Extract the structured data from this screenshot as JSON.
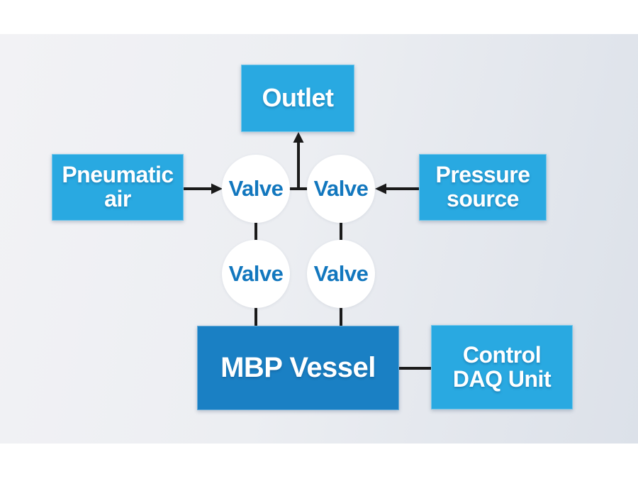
{
  "theme": {
    "page_bg": "#ffffff",
    "panel_from": "#f2f2f5",
    "panel_to": "#dce1e9",
    "box_light": "#29a9e1",
    "box_dark": "#1a80c4",
    "valve_text": "#1277be",
    "connector": "#1a1a1a",
    "label_text": "#ffffff"
  },
  "nodes": {
    "outlet": {
      "label": "Outlet"
    },
    "pneumatic_air": {
      "label": "Pneumatic\nair"
    },
    "pressure_source": {
      "label": "Pressure\nsource"
    },
    "valve_top_left": {
      "label": "Valve"
    },
    "valve_top_right": {
      "label": "Valve"
    },
    "valve_bottom_left": {
      "label": "Valve"
    },
    "valve_bottom_right": {
      "label": "Valve"
    },
    "mbp_vessel": {
      "label": "MBP Vessel"
    },
    "control_daq_unit": {
      "label": "Control\nDAQ Unit"
    }
  },
  "edges": [
    {
      "from": "pneumatic_air",
      "to": "valve_top_left",
      "arrow": "to"
    },
    {
      "from": "pressure_source",
      "to": "valve_top_right",
      "arrow": "to"
    },
    {
      "from": "valve_top_left",
      "to": "valve_top_right",
      "arrow": "none"
    },
    {
      "from": "valve_junction",
      "to": "outlet",
      "arrow": "to"
    },
    {
      "from": "valve_top_left",
      "to": "valve_bottom_left",
      "arrow": "none"
    },
    {
      "from": "valve_top_right",
      "to": "valve_bottom_right",
      "arrow": "none"
    },
    {
      "from": "valve_bottom_left",
      "to": "mbp_vessel",
      "arrow": "none"
    },
    {
      "from": "valve_bottom_right",
      "to": "mbp_vessel",
      "arrow": "none"
    },
    {
      "from": "mbp_vessel",
      "to": "control_daq_unit",
      "arrow": "none"
    }
  ]
}
